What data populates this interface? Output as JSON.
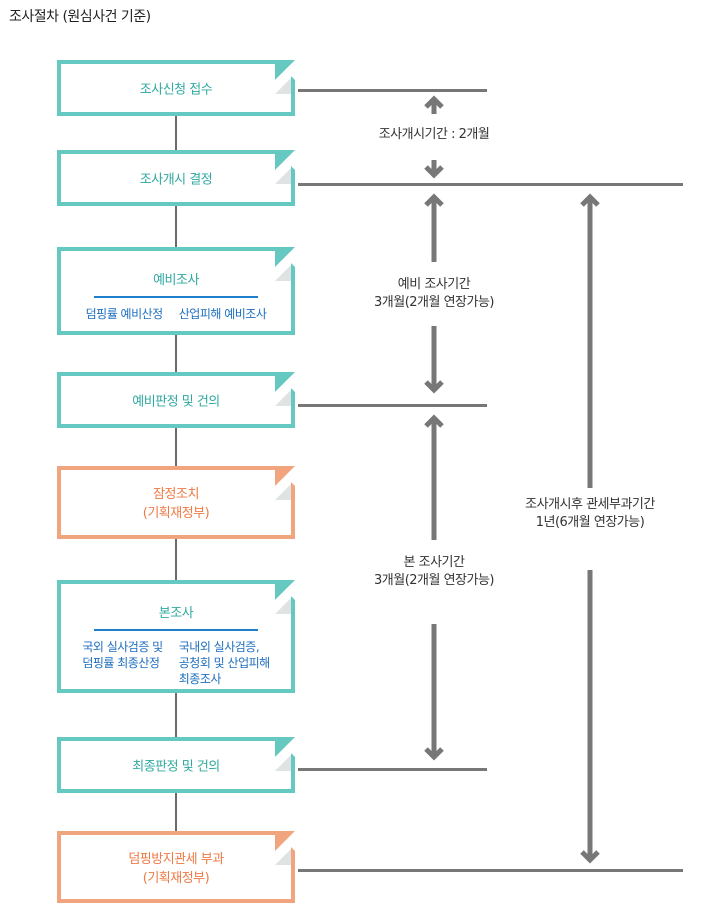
{
  "title": "조사절차 (원심사건 기준)",
  "steps": [
    {
      "label": "조사신청 접수",
      "style": "teal"
    },
    {
      "label": "조사개시 결정",
      "style": "teal"
    },
    {
      "label": "예비조사",
      "style": "teal",
      "details": [
        "덤핑률 예비산정",
        "산업피해 예비조사"
      ]
    },
    {
      "label": "예비판정 및 건의",
      "style": "teal"
    },
    {
      "label": "잠정조치",
      "sublabel": "(기획재정부)",
      "style": "orange"
    },
    {
      "label": "본조사",
      "style": "teal",
      "details": [
        "국외 실사검증 및\n덤핑률 최종산정",
        "국내외 실사검증,\n공청회 및 산업피해\n최종조사"
      ]
    },
    {
      "label": "최종판정 및 건의",
      "style": "teal"
    },
    {
      "label": "덤핑방지관세 부과",
      "sublabel": "(기획재정부)",
      "style": "orange"
    }
  ],
  "periods": {
    "initiation": "조사개시기간 : 2개월",
    "preliminary": {
      "line1": "예비 조사기간",
      "line2": "3개월(2개월 연장가능)"
    },
    "main": {
      "line1": "본 조사기간",
      "line2": "3개월(2개월 연장가능)"
    },
    "duty": {
      "line1": "조사개시후 관세부과기간",
      "line2": "1년(6개월 연장가능)"
    }
  },
  "colors": {
    "teal": "#66c9c1",
    "orange": "#f1a57f",
    "teal_text": "#2fa9a0",
    "orange_text": "#ee7a45",
    "detail_text": "#1f6fbf",
    "line": "#777777"
  }
}
